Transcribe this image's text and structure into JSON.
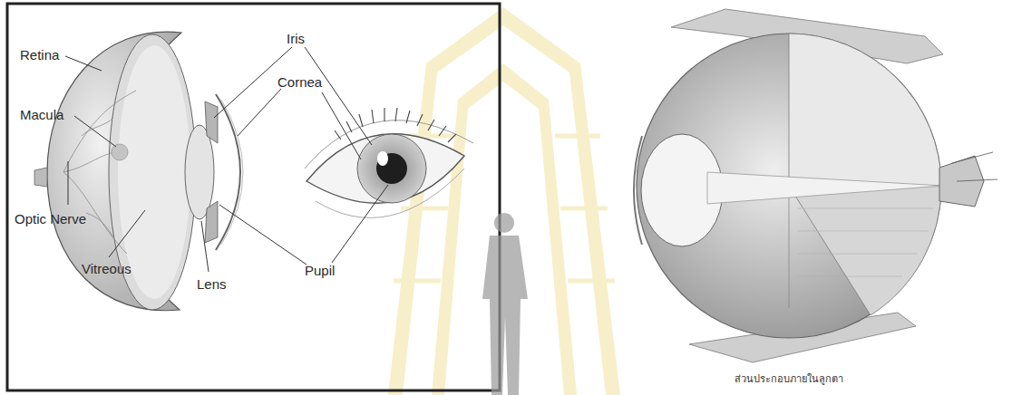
{
  "diagram": {
    "caption": "ส่วนประกอบภายในลูกตา",
    "labels": [
      "Retina",
      "Macula",
      "Optic Nerve",
      "Vitreous",
      "Lens",
      "Iris",
      "Cornea",
      "Pupil"
    ]
  }
}
